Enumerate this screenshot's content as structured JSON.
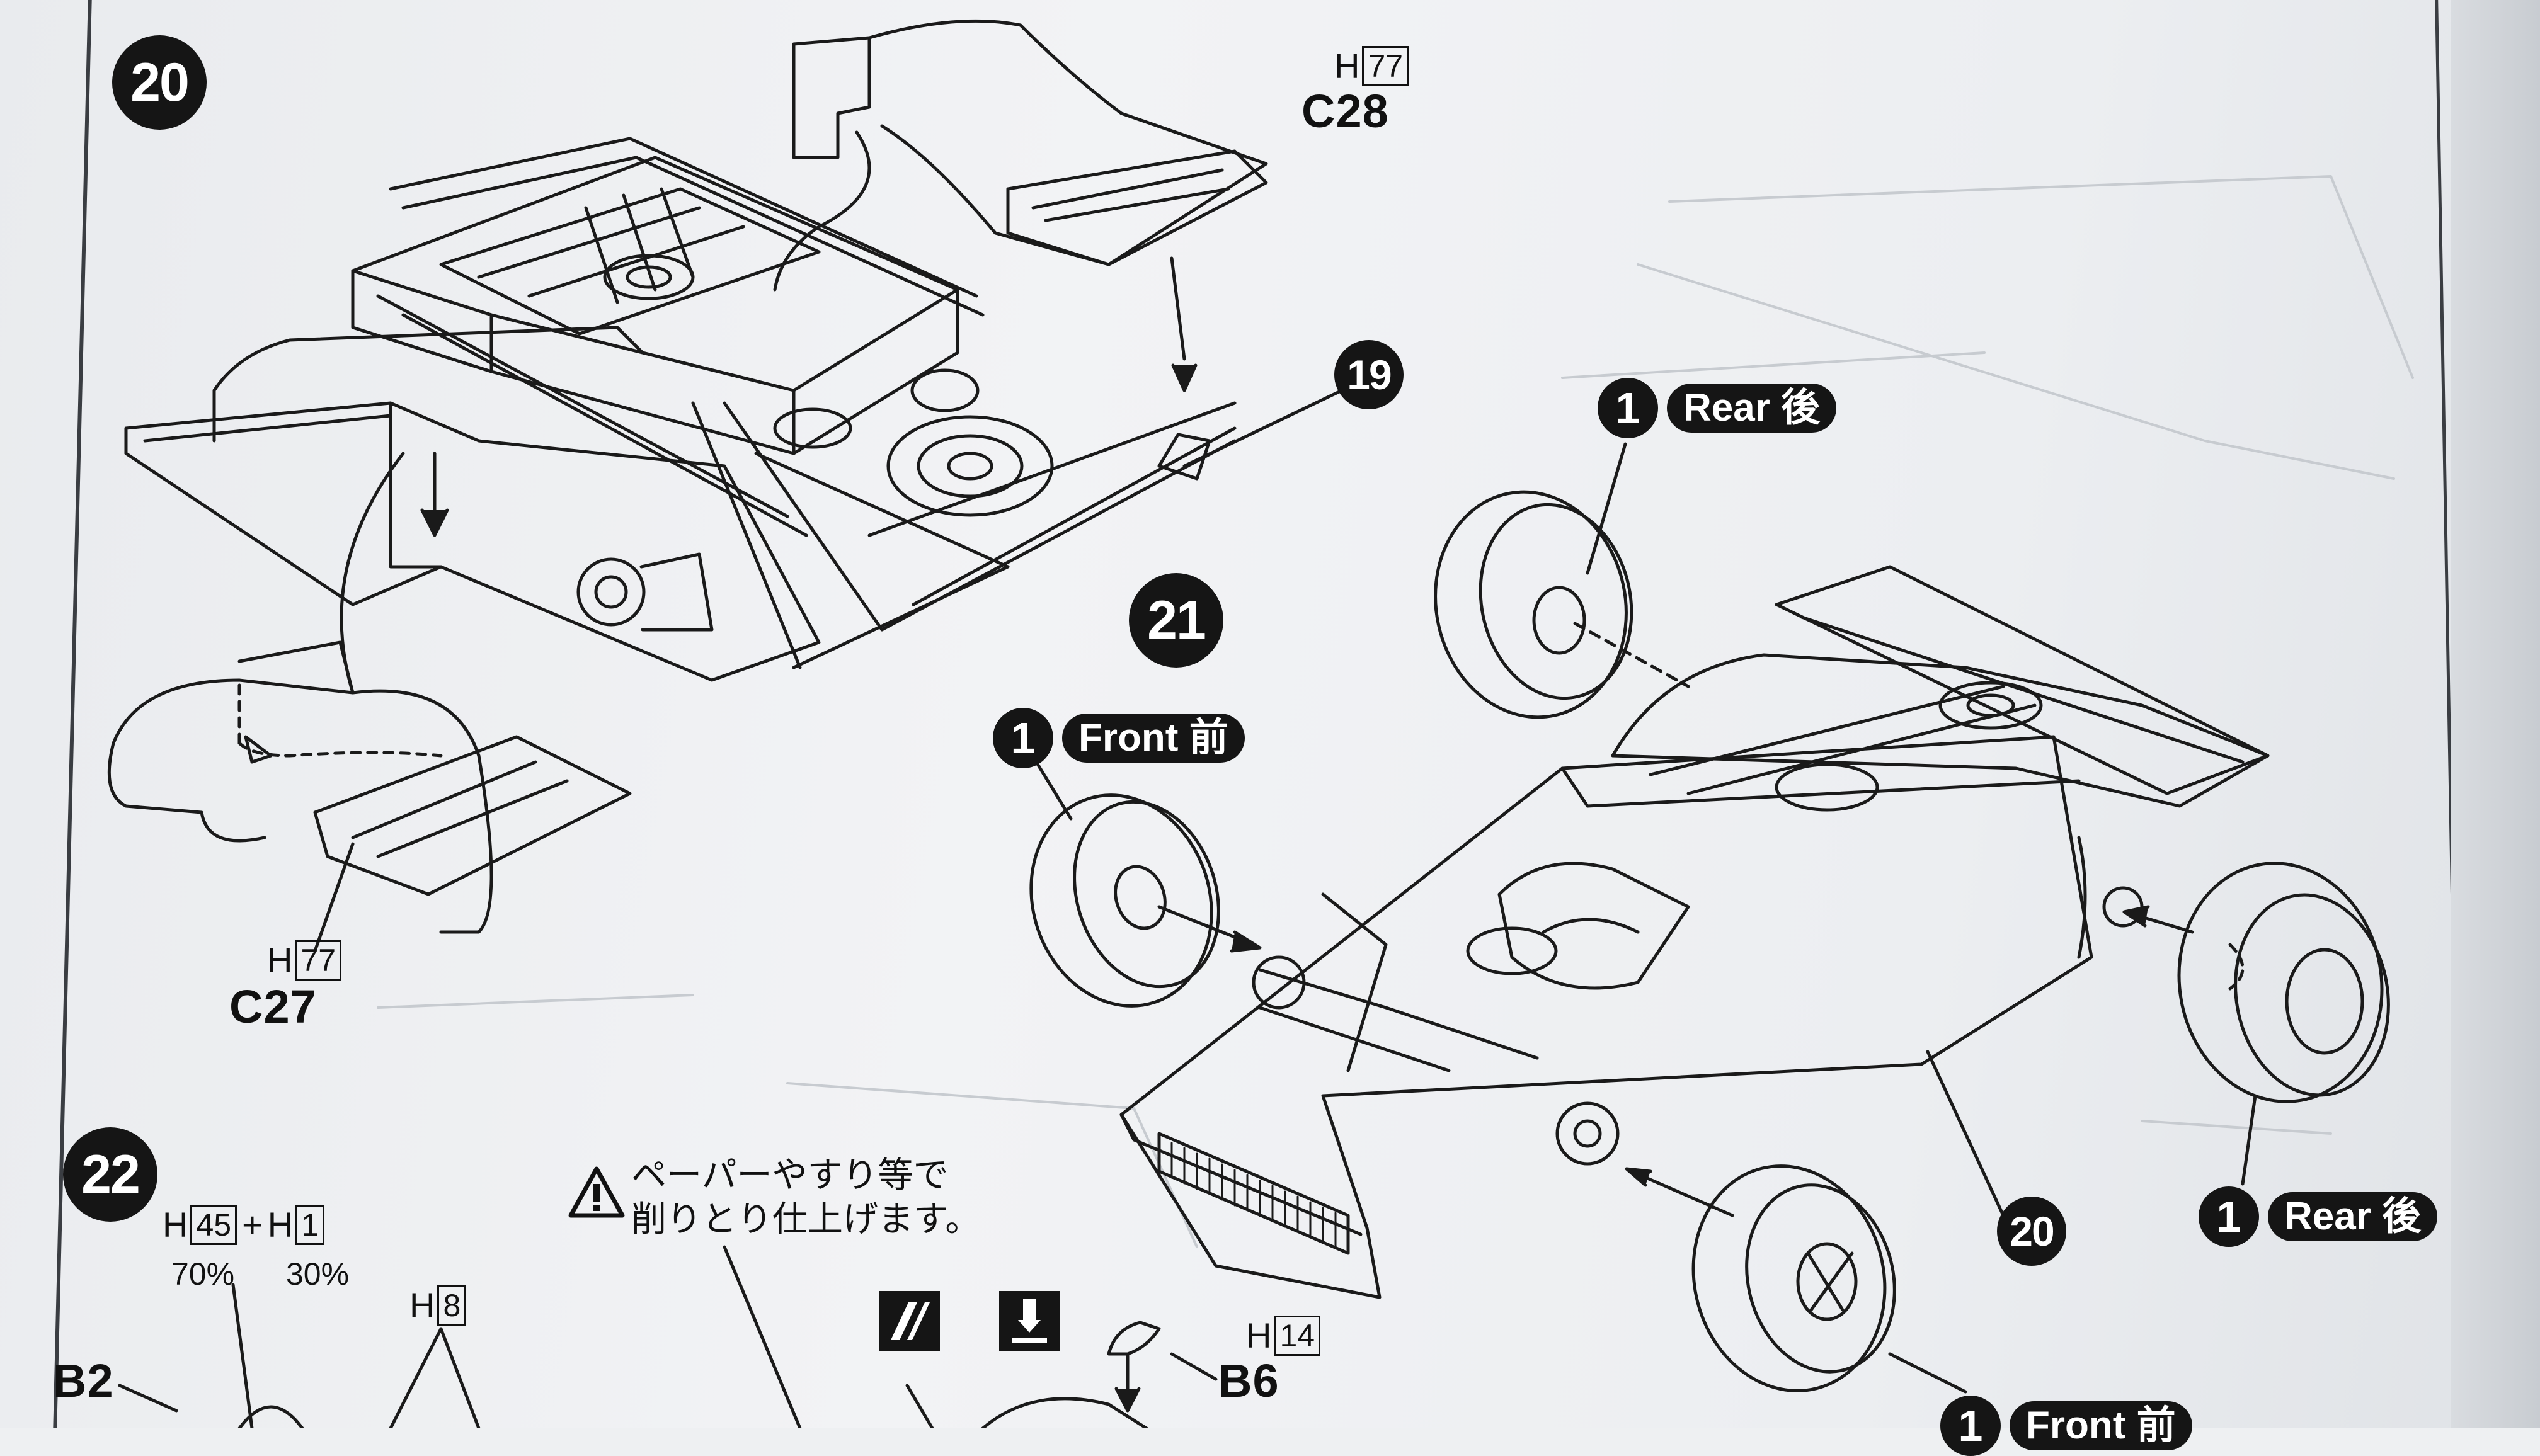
{
  "steps": {
    "s20": "20",
    "s21": "21",
    "s22": "22"
  },
  "callouts": {
    "c19": "19",
    "c20": "20"
  },
  "labels": {
    "front_badge_qty": "1",
    "front_badge_text": "Front 前",
    "rear_badge_top_qty": "1",
    "rear_badge_top_text": "Rear 後",
    "rear_badge_bottom_qty": "1",
    "rear_badge_bottom_text": "Rear 後",
    "front_badge_bottom_qty": "1",
    "front_badge_bottom_text": "Front 前"
  },
  "parts": {
    "c28": "C28",
    "c27": "C27",
    "b2": "B2",
    "b6": "B6"
  },
  "paint": {
    "h77_top_letter": "H",
    "h77_top_code": "77",
    "h77_bottom_letter": "H",
    "h77_bottom_code": "77",
    "mix_letter_a": "H",
    "mix_code_a": "45",
    "mix_plus": "+",
    "mix_letter_b": "H",
    "mix_code_b": "1",
    "mix_pct_a": "70%",
    "mix_pct_b": "30%",
    "h8_letter": "H",
    "h8_code": "8",
    "h14_letter": "H",
    "h14_code": "14"
  },
  "note": {
    "line1": "ペーパーやすり等で",
    "line2": "削りとり仕上げます。"
  },
  "colors": {
    "ink": "#151515",
    "paper": "#eef0f2"
  }
}
